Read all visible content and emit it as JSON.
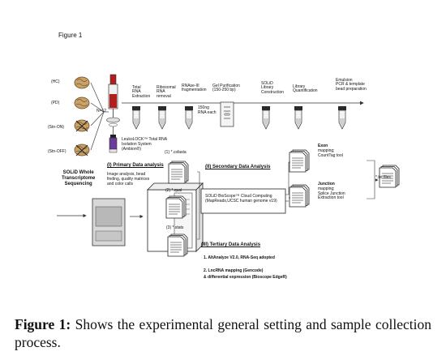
{
  "figure_title": "Figure 1",
  "groups": [
    "(HC)",
    "(PD)",
    "(Stn-ON)",
    "(Stn-OFF)"
  ],
  "n_label": "N=12",
  "isolation_text": [
    "LeukoLOCK™ Total RNA",
    "Isolation System",
    "(Ambion®)"
  ],
  "steps": {
    "total_rna": [
      "Total",
      "RNA",
      "Extraction"
    ],
    "ribosomal": [
      "Ribosomal",
      "RNA",
      "removal"
    ],
    "rnase": [
      "RNAse-III",
      "fragmentation"
    ],
    "gel": [
      "Gel Purification",
      "(150-250 bp)"
    ],
    "solid_lib": [
      "SOLiD",
      "Library",
      "Construction"
    ],
    "lib_quant": [
      "Library",
      "Quantification"
    ],
    "emulsion": [
      "Emulsion",
      "PCR & template",
      "bead preparation"
    ]
  },
  "amount_label": [
    "150ng",
    "RNA each"
  ],
  "sequencing_label": [
    "SOLiD Whole",
    "Transcriptome",
    "Sequencing"
  ],
  "primary": {
    "title": "(I) Primary Data analysis",
    "desc": [
      "Image analysis, bead",
      "finding, quality matrices",
      "and color calls"
    ]
  },
  "files": {
    "csfasta": "(1) *.csfasta",
    "qual": "(2) *.qual",
    "stats": "(3) *.stats",
    "txtfiles": "*.txt files"
  },
  "secondary": {
    "title": "(II) Secondary Data Analysis",
    "cloud": [
      "SOLiD BioScope™ Cloud Computing",
      "(MapReads,UCSC human genome v19)"
    ]
  },
  "exon": [
    "Exon",
    "mapping;",
    "CountTag tool"
  ],
  "junction": [
    "Junction",
    "mapping;",
    "Splice Junction",
    "Extraction tool"
  ],
  "tertiary": {
    "title": "(III) Tertiary Data Analysis",
    "item1": "1. AltAnalyze V2.0, RNA-Seq adopted",
    "item2a": "2. LncRNA mapping (Gencode)",
    "item2b": "& differential expression (Bioscope EdgeR)"
  },
  "caption": {
    "label": "Figure 1:",
    "text": " Shows the experimental general setting and sample collection process."
  },
  "colors": {
    "brain": "#c9a26a",
    "tube_cap": "#2a2a2a",
    "syringe_red": "#b01e1e",
    "leuko_purple": "#6a3d9a"
  }
}
